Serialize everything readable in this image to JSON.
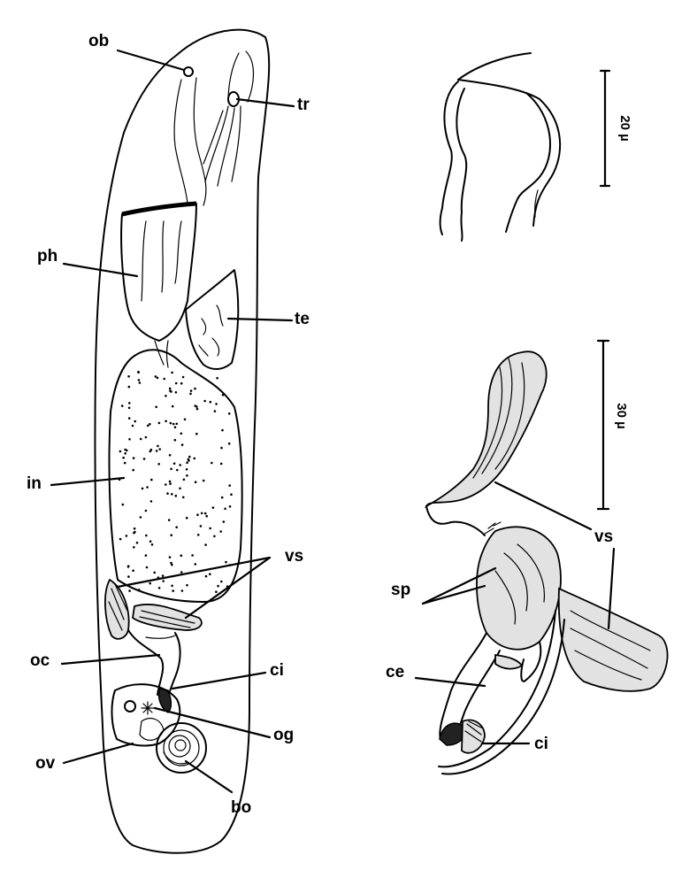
{
  "labels": {
    "ob": "ob",
    "tr": "tr",
    "ph": "ph",
    "te": "te",
    "in": "in",
    "vs_left": "vs",
    "oc": "oc",
    "ci_left": "ci",
    "og": "og",
    "ov": "ov",
    "bo": "bo",
    "vs_right": "vs",
    "sp": "sp",
    "ce": "ce",
    "ci_right": "ci"
  },
  "scale_bars": {
    "top": "20 µ",
    "bottom": "30 µ"
  }
}
